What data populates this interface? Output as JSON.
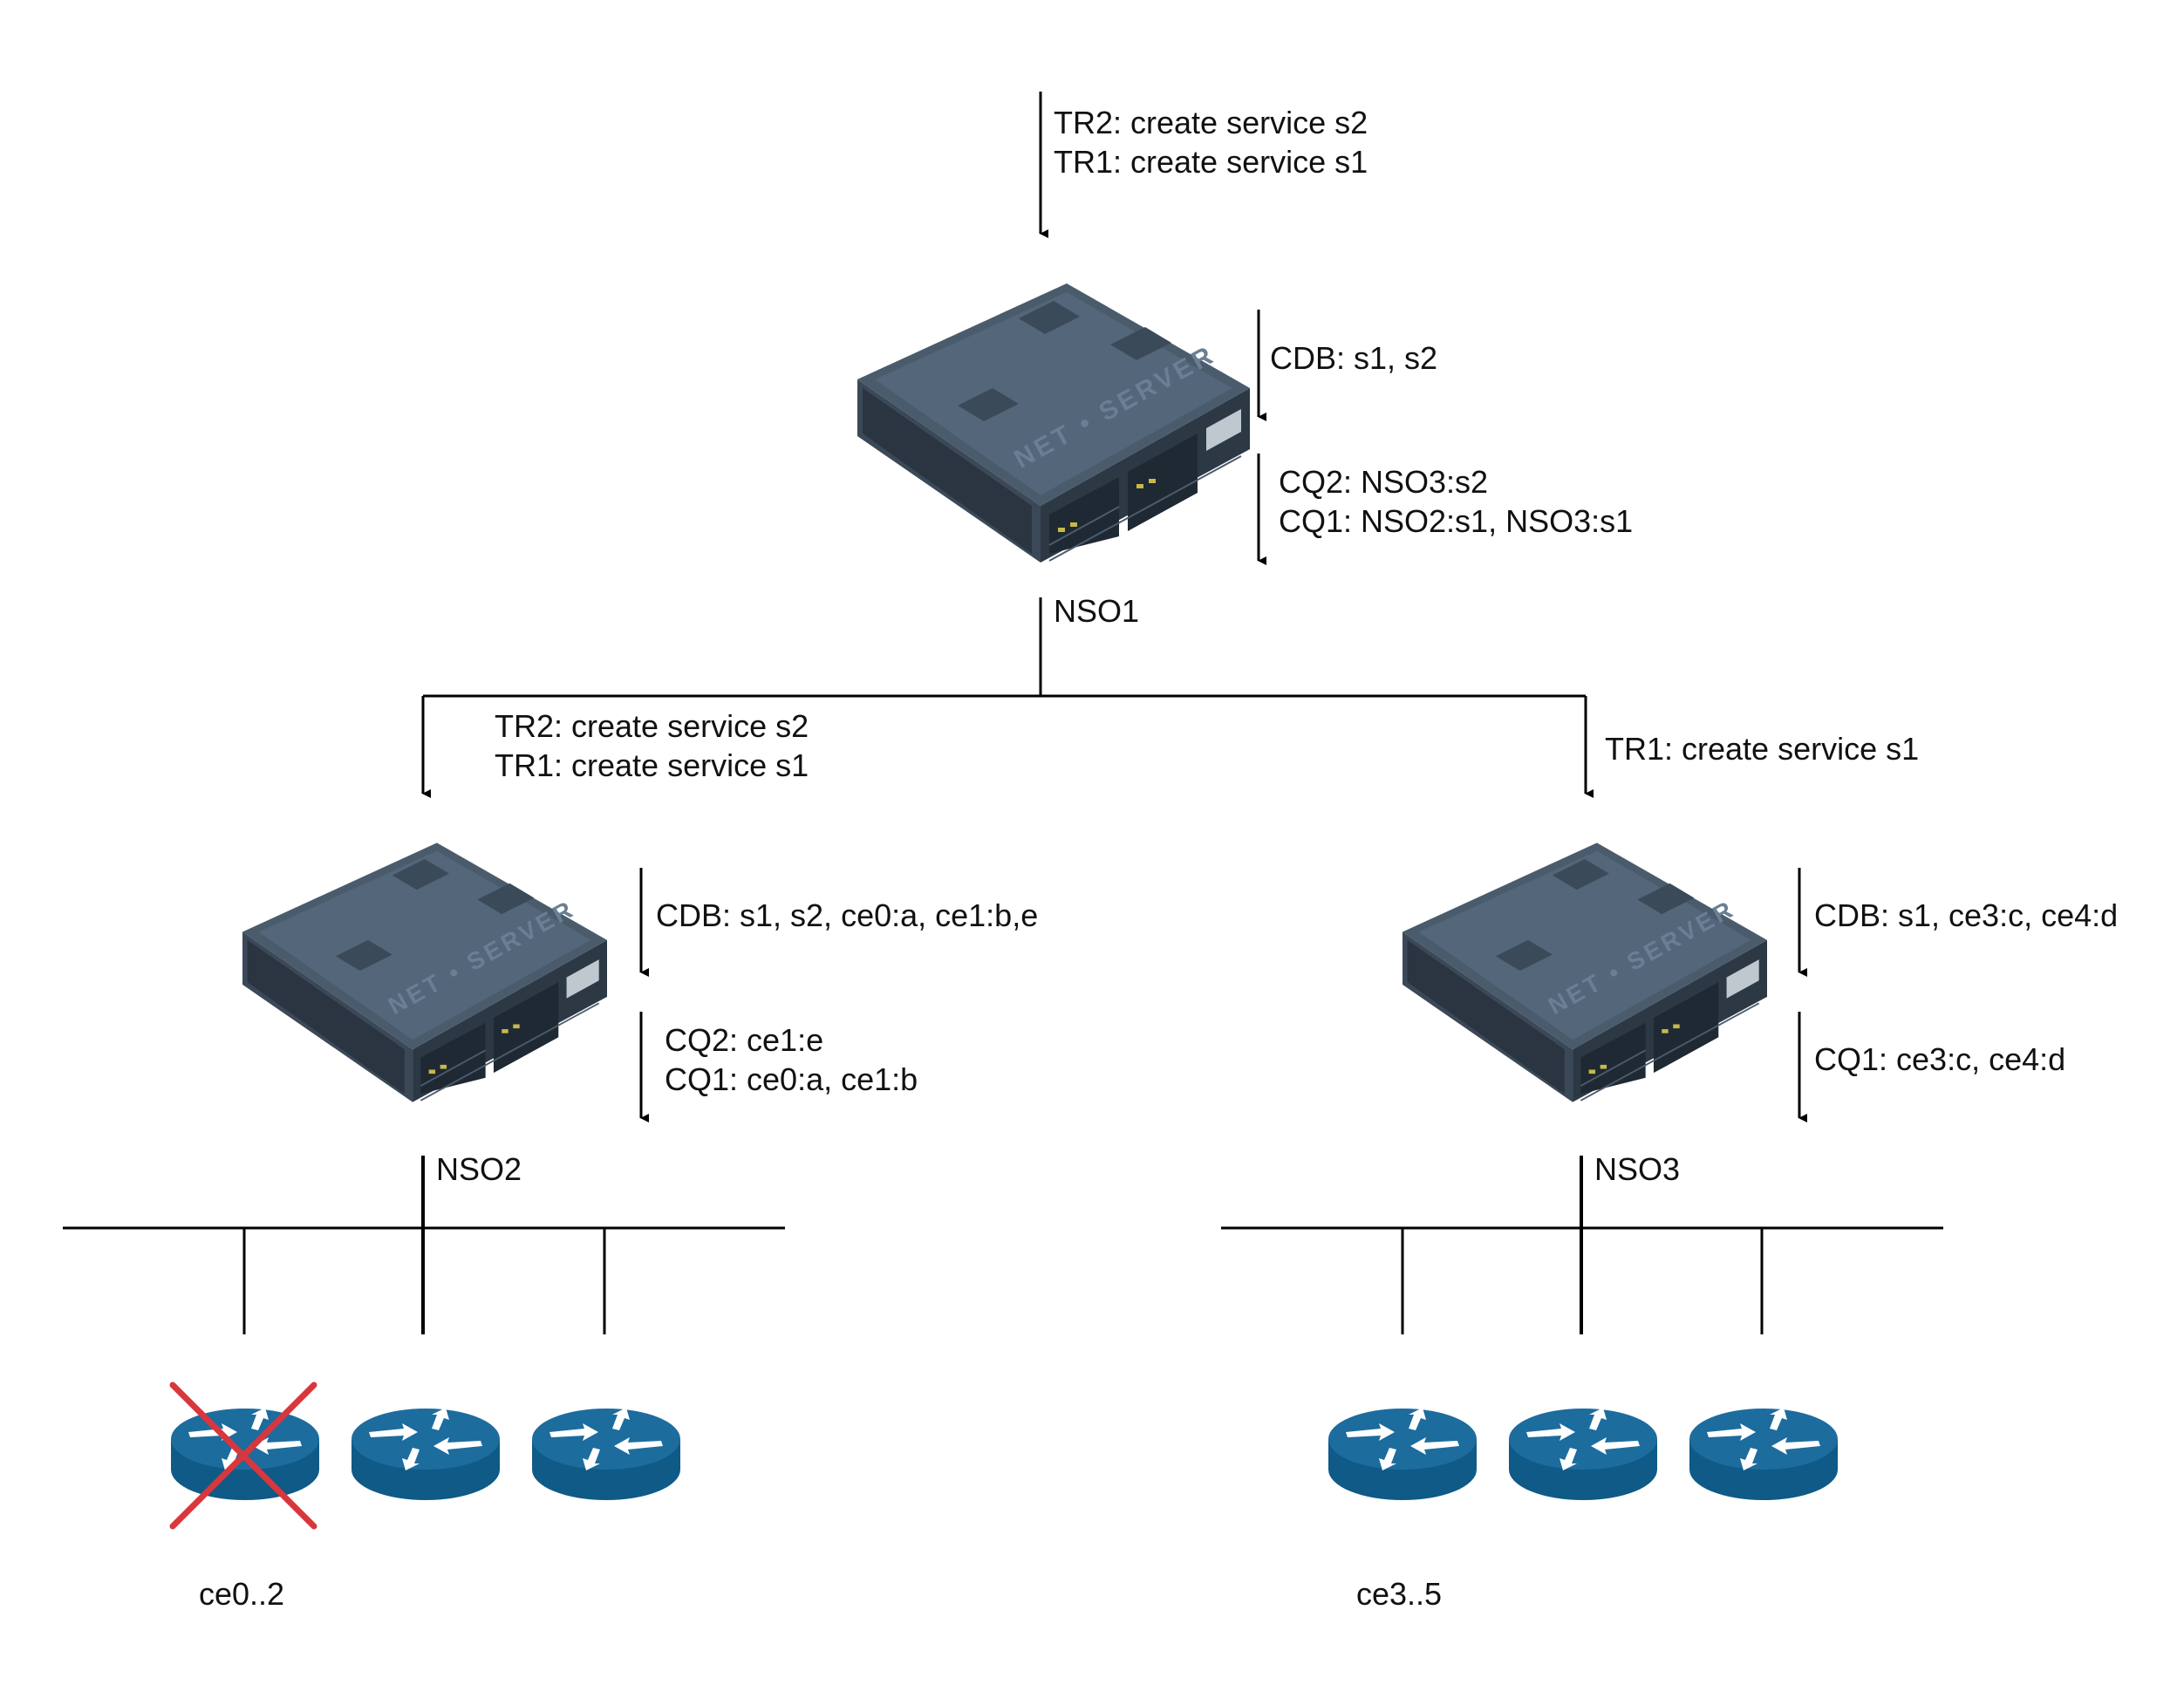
{
  "top_input": {
    "tr2": "TR2: create service s2",
    "tr1": "TR1: create service s1"
  },
  "nso1": {
    "name": "NSO1",
    "cdb": "CDB: s1, s2",
    "cq2": "CQ2: NSO3:s2",
    "cq1": "CQ1: NSO2:s1, NSO3:s1",
    "brand": "NET SERVER"
  },
  "left_branch": {
    "tr2": "TR2: create service s2",
    "tr1": "TR1: create service s1"
  },
  "right_branch": {
    "tr1": "TR1: create service s1"
  },
  "nso2": {
    "name": "NSO2",
    "cdb": "CDB: s1, s2, ce0:a, ce1:b,e",
    "cq2": "CQ2: ce1:e",
    "cq1": "CQ1: ce0:a, ce1:b",
    "brand": "NET SERVER",
    "devices_label": "ce0..2"
  },
  "nso3": {
    "name": "NSO3",
    "cdb": "CDB: s1, ce3:c, ce4:d",
    "cq1": "CQ1: ce3:c, ce4:d",
    "brand": "NET SERVER",
    "devices_label": "ce3..5"
  },
  "colors": {
    "router_top": "#1d6c9e",
    "router_side": "#0f5a86",
    "cross": "#d9363e",
    "server_top": "#4a5a6b",
    "server_front": "#3c4a59",
    "line": "#000000"
  }
}
